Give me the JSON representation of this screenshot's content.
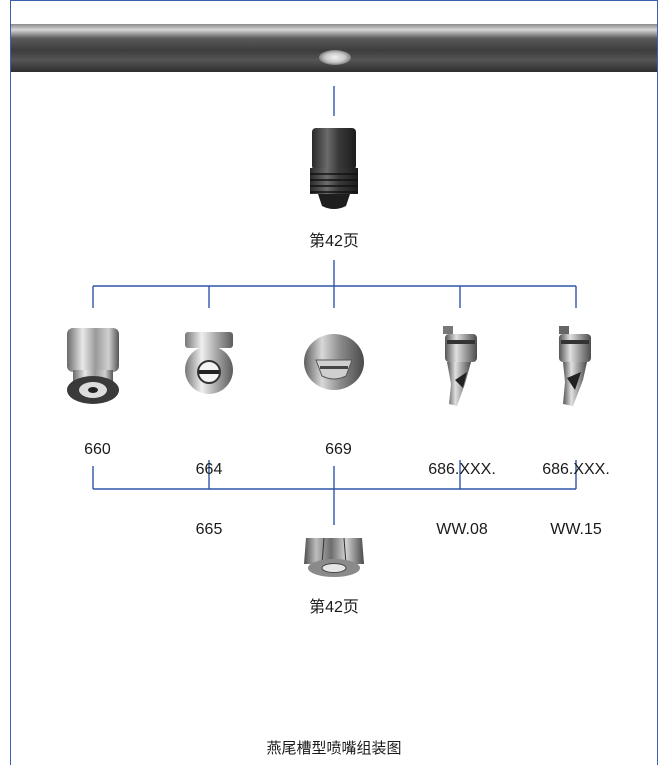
{
  "top_page_ref": "第42页",
  "bottom_page_ref": "第42页",
  "nozzles": [
    {
      "id": "660",
      "lines": [
        "660"
      ],
      "icon": "round-nozzle-icon"
    },
    {
      "id": "664",
      "lines": [
        "664",
        "665"
      ],
      "icon": "flat-nozzle-icon"
    },
    {
      "id": "669",
      "lines": [
        "669"
      ],
      "icon": "fan-nozzle-icon"
    },
    {
      "id": "686-08",
      "lines": [
        "686.XXX.",
        "WW.08"
      ],
      "icon": "dovetail-nozzle-icon"
    },
    {
      "id": "686-15",
      "lines": [
        "686.XXX.",
        "WW.15"
      ],
      "icon": "dovetail-nozzle-icon"
    }
  ],
  "caption": "燕尾槽型喷嘴组装图",
  "colors": {
    "frame": "#3a5fb0",
    "lines": "#2f55a8"
  }
}
